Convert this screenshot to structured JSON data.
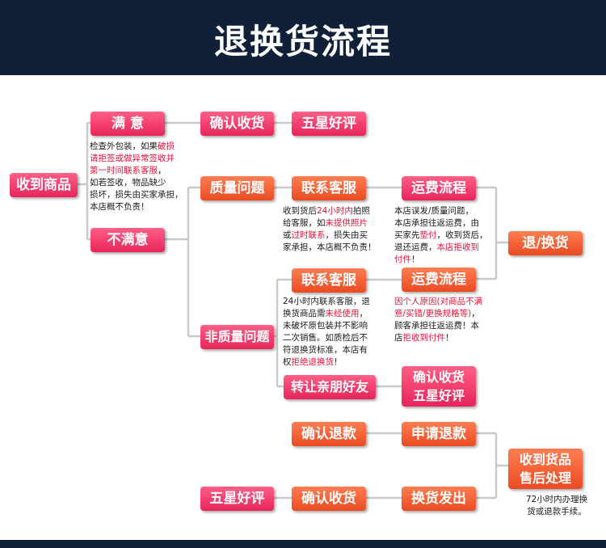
{
  "title": "退换货流程",
  "colors": {
    "header": "#0f2038",
    "line": "#c9c9c9",
    "pink": "#f23c6b",
    "orange": "#f8582e",
    "highlight": "#e8103a"
  },
  "boxes": {
    "receive": "收到商品",
    "satisfied": "满 意",
    "confirm_receipt_1": "确认收货",
    "five_star_1": "五星好评",
    "quality_issue": "质量问题",
    "contact_cs_1": "联系客服",
    "shipping_flow_1": "运费流程",
    "unsatisfied": "不满意",
    "return_exchange": "退/换货",
    "contact_cs_2": "联系客服",
    "shipping_flow_2": "运费流程",
    "non_quality_issue": "非质量问题",
    "transfer_friends": "转让亲朋好友",
    "confirm_five_star": [
      "确认收货",
      "五星好评"
    ],
    "confirm_refund": "确认退款",
    "apply_refund": "申请退款",
    "after_sale": [
      "收到货品",
      "售后处理"
    ],
    "five_star_2": "五星好评",
    "confirm_receipt_2": "确认收货",
    "exchange_ship": "换货发出"
  },
  "notes": {
    "inspect": [
      [
        "检查外包装，如果",
        ""
      ],
      [
        "",
        "破损"
      ],
      [
        "",
        "请拒签或做异常签收并"
      ],
      [
        "",
        "第一时间联系客服"
      ],
      [
        "，\n如若签收，物品缺少\n损坏，损失由买家承担，\n本店概不负责！",
        ""
      ]
    ],
    "quality_contact": [
      [
        "收到货后",
        ""
      ],
      [
        "",
        "24小时内"
      ],
      [
        "拍照\n给客服，如",
        ""
      ],
      [
        "",
        "未提供照片"
      ],
      [
        "\n或",
        ""
      ],
      [
        "",
        "过时联系"
      ],
      [
        "，损失由买\n家承担，本店概不负责！",
        ""
      ]
    ],
    "quality_shipping": [
      [
        "本店误发/质量问题，\n本店承担往返运费，由\n买家先",
        ""
      ],
      [
        "",
        "垫付"
      ],
      [
        "，收到货后，\n退还运费，",
        ""
      ],
      [
        "",
        "本店拒收到\n付件"
      ],
      [
        "！",
        ""
      ]
    ],
    "nonquality_contact": [
      [
        "24小时内联系客服，退\n换货商品需",
        ""
      ],
      [
        "",
        "未经使用"
      ],
      [
        "，\n未破坏原包装并不影响\n二次销售。如质检后不\n符退换货标准，本店有\n权",
        ""
      ],
      [
        "",
        "拒绝退换货"
      ],
      [
        "！",
        ""
      ]
    ],
    "nonquality_shipping": [
      [
        "",
        "因个人原因(对商品不满\n意/买错/更换规格等)"
      ],
      [
        "，\n顾客承担往返运费！本\n店",
        ""
      ],
      [
        "",
        "拒收到付件"
      ],
      [
        "！",
        ""
      ]
    ],
    "after_sale": "72小时内办理换\n货或退款手续。"
  }
}
